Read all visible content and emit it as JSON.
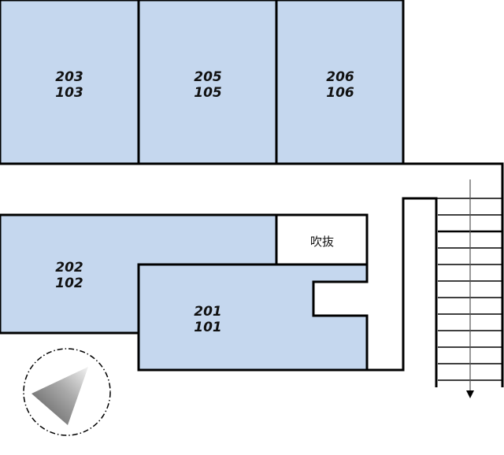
{
  "colors": {
    "unit_fill": "#c5d7ee",
    "wall": "#000000",
    "background": "#ffffff"
  },
  "units": [
    {
      "id": "u203",
      "upper": "203",
      "lower": "103"
    },
    {
      "id": "u205",
      "upper": "205",
      "lower": "105"
    },
    {
      "id": "u206",
      "upper": "206",
      "lower": "106"
    },
    {
      "id": "u202",
      "upper": "202",
      "lower": "102"
    },
    {
      "id": "u201",
      "upper": "201",
      "lower": "101"
    }
  ],
  "void_label": "吹抜",
  "compass": {
    "icon": "north-arrow-icon"
  }
}
